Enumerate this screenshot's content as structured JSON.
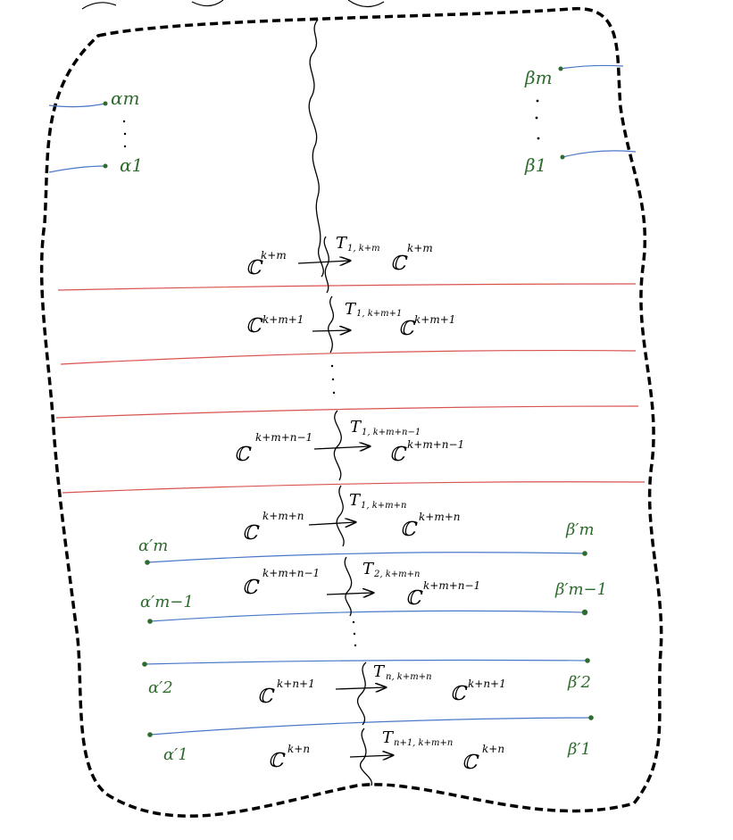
{
  "colors": {
    "boundary": "#000000",
    "red_line": "#d9534f",
    "blue_line": "#4a78c8",
    "green_label": "#2e6b2e",
    "ink": "#111111"
  },
  "boundary_labels": {
    "left_top": "αm",
    "left_bottom": "α1",
    "right_top": "βm",
    "right_bottom": "β1"
  },
  "lower_labels": {
    "left": [
      "α′m",
      "α′m−1",
      "α′2",
      "α′1"
    ],
    "right": [
      "β′m",
      "β′m−1",
      "β′2",
      "β′1"
    ]
  },
  "regions": [
    {
      "left": "ℂ",
      "left_sup": "k+m",
      "right": "ℂ",
      "right_sup": "k+m",
      "map": "T",
      "map_sub": "1, k+m"
    },
    {
      "left": "ℂ",
      "left_sup": "k+m+1",
      "right": "ℂ",
      "right_sup": "k+m+1",
      "map": "T",
      "map_sub": "1, k+m+1"
    },
    {
      "left": "ℂ",
      "left_sup": "k+m+n−1",
      "right": "ℂ",
      "right_sup": "k+m+n−1",
      "map": "T",
      "map_sub": "1, k+m+n−1"
    },
    {
      "left": "ℂ",
      "left_sup": "k+m+n",
      "right": "ℂ",
      "right_sup": "k+m+n",
      "map": "T",
      "map_sub": "1, k+m+n"
    },
    {
      "left": "ℂ",
      "left_sup": "k+m+n−1",
      "right": "ℂ",
      "right_sup": "k+m+n−1",
      "map": "T",
      "map_sub": "2, k+m+n"
    },
    {
      "left": "ℂ",
      "left_sup": "k+n+1",
      "right": "ℂ",
      "right_sup": "k+n+1",
      "map": "T",
      "map_sub": "n, k+m+n"
    },
    {
      "left": "ℂ",
      "left_sup": "k+n",
      "right": "ℂ",
      "right_sup": "k+n",
      "map": "T",
      "map_sub": "n+1, k+m+n"
    }
  ]
}
